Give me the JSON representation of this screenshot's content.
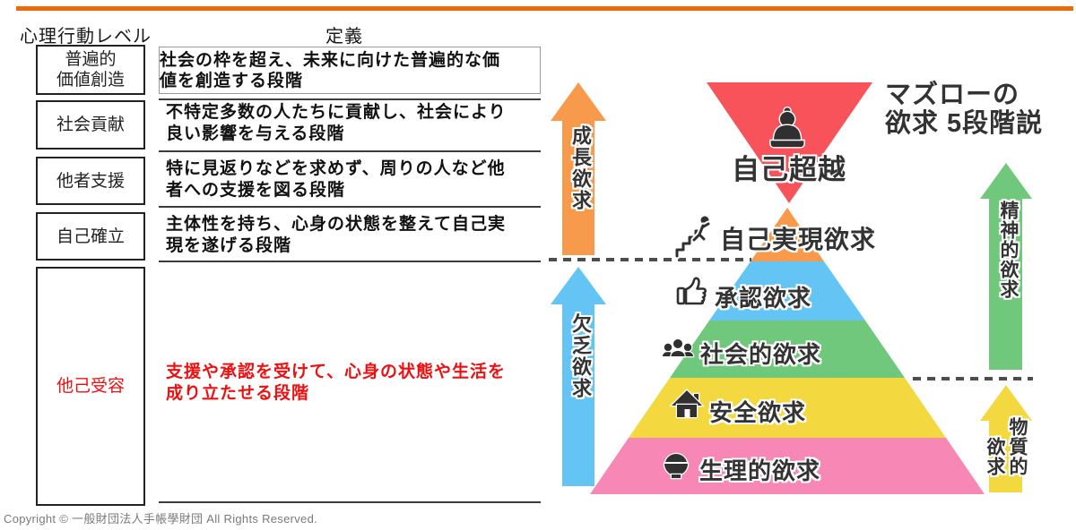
{
  "palette": {
    "top_bar": "#ed6b06",
    "red_text": "#ee1010",
    "label_dark": "#333333",
    "dashed_line": "#4d4d4d"
  },
  "table": {
    "header_level": "心理行動レベル",
    "header_definition": "定義",
    "rows": [
      {
        "level": "普遍的\n価値創造",
        "definition": "社会の枠を超え、未来に向けた普遍的な価値を創造する段階",
        "highlight": false
      },
      {
        "level": "社会貢献",
        "definition": "不特定多数の人たちに貢献し、社会により良い影響を与える段階",
        "highlight": false
      },
      {
        "level": "他者支援",
        "definition": "特に見返りなどを求めず、周りの人など他者への支援を図る段階",
        "highlight": false
      },
      {
        "level": "自己確立",
        "definition": "主体性を持ち、心身の状態を整えて自己実現を遂げる段階",
        "highlight": false
      },
      {
        "level": "他己受容",
        "definition": "支援や承認を受けて、心身の状態や生活を成り立たせる段階",
        "highlight": true
      }
    ]
  },
  "pyramid": {
    "title": "マズローの\n欲求 5段階説",
    "levels": [
      {
        "label": "自己超越",
        "icon": "buddha-icon",
        "color": "#f8525a"
      },
      {
        "label": "自己実現欲求",
        "icon": "climbing-stairs-icon",
        "color": "#f79a4c"
      },
      {
        "label": "承認欲求",
        "icon": "thumbs-up-icon",
        "color": "#64c5f5"
      },
      {
        "label": "社会的欲求",
        "icon": "people-icon",
        "color": "#6fc87b"
      },
      {
        "label": "安全欲求",
        "icon": "house-icon",
        "color": "#f4d83f"
      },
      {
        "label": "生理的欲求",
        "icon": "rice-bowl-icon",
        "color": "#f787b5"
      }
    ],
    "arrows": [
      {
        "label": "成長欲求",
        "color": "#f79a4c",
        "side": "left"
      },
      {
        "label": "欠乏欲求",
        "color": "#64c5f5",
        "side": "left"
      },
      {
        "label": "精神的欲求",
        "color": "#6fc87b",
        "side": "right"
      },
      {
        "label": "物質的欲求",
        "display": "物質的\n　欲求",
        "color": "#f4d83f",
        "side": "right"
      }
    ]
  },
  "footer": {
    "copyright": "Copyright © 一般財団法人手帳學財団 All Rights Reserved."
  }
}
